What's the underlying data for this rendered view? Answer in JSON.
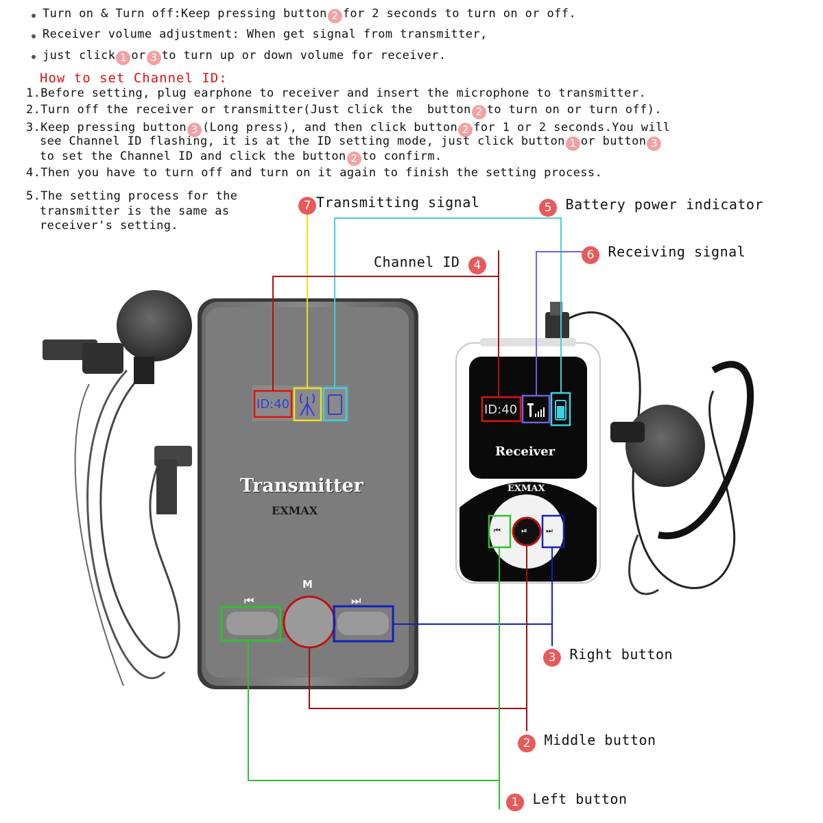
{
  "instructions": {
    "line1": "Turn on & Turn off:Keep pressing button",
    "line1_num": "2",
    "line1_tail": "for 2 seconds to turn on or off.",
    "line2": "Receiver volume adjustment: When get signal from transmitter,",
    "line3_a": "just click",
    "line3_num1": "1",
    "line3_b": "or",
    "line3_num2": "3",
    "line3_c": "to turn up or down volume for receiver."
  },
  "section_title": "How to set Channel ID:",
  "steps": {
    "s1": "1.Before setting, plug earphone to receiver and insert the microphone to transmitter.",
    "s2_a": "2.Turn off the receiver or transmitter(Just click the  button",
    "s2_num": "2",
    "s2_b": "to turn on or turn off).",
    "s3_a": "3.Keep pressing button",
    "s3_num1": "3",
    "s3_b": "(Long press), and then click button",
    "s3_num2": "2",
    "s3_c": "for 1 or 2 seconds.You will",
    "s3_d": "see Channel ID flashing, it is at the ID setting mode, just click button",
    "s3_num3": "1",
    "s3_e": "or button",
    "s3_num4": "3",
    "s3_f": "to set the Channel ID and click the button",
    "s3_num5": "2",
    "s3_g": "to confirm.",
    "s4": "4.Then you have to turn off and turn on it again to finish the setting process.",
    "s5_a": "5.The setting process for the",
    "s5_b": "transmitter is the same as",
    "s5_c": "receiver's setting."
  },
  "callouts": {
    "c7_num": "7",
    "c7_label": "Transmitting signal",
    "c5_num": "5",
    "c5_label": "Battery power indicator",
    "c6_num": "6",
    "c6_label": "Receiving signal",
    "c4_label": "Channel ID",
    "c4_num": "4",
    "c3_num": "3",
    "c3_label": "Right button",
    "c2_num": "2",
    "c2_label": "Middle button",
    "c1_num": "1",
    "c1_label": "Left button"
  },
  "transmitter": {
    "brand_label": "Transmitter",
    "maker": "EXMAX",
    "screen_id": "ID:40",
    "m_label": "M",
    "prev_glyph": "⏮",
    "next_glyph": "⏭"
  },
  "receiver": {
    "brand_label": "Receiver",
    "maker": "EXMAX",
    "screen_id": "ID:40",
    "prev_glyph": "⏮",
    "play_glyph": "⏯",
    "next_glyph": "⏭"
  },
  "colors": {
    "red": "#e01010",
    "yellow": "#f0e020",
    "cyan": "#40d0e0",
    "purple": "#7060e0",
    "blue": "#1020c0",
    "green": "#30c030",
    "darkred": "#a01010",
    "badge": "#e85a5a"
  }
}
